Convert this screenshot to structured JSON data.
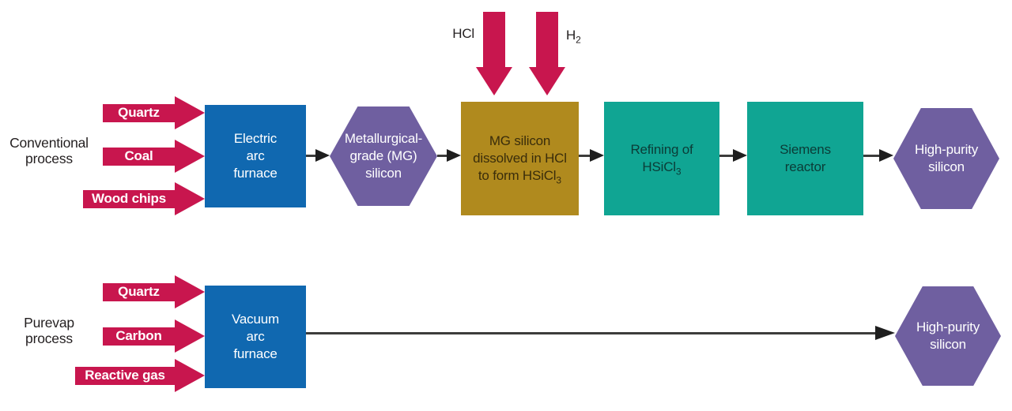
{
  "colors": {
    "red": "#C8164E",
    "blue": "#1068B0",
    "purple": "#6F5FA0",
    "gold": "#B08A1E",
    "teal": "#10A593",
    "ink": "#231F20",
    "gold-ink": "#3A2D0B",
    "teal-ink": "#0B3C37",
    "line": "#3C3C3B"
  },
  "conventional": {
    "label_lines": [
      "Conventional",
      "process"
    ],
    "inputs": [
      "Quartz",
      "Coal",
      "Wood chips"
    ],
    "furnace_lines": [
      "Electric",
      "arc",
      "furnace"
    ],
    "mg_hex_lines": [
      "Metallurgical-",
      "grade (MG)",
      "silicon"
    ],
    "hcl_label": "HCl",
    "h2_label_base": "H",
    "h2_label_sub": "2",
    "dissolve_lines": [
      "MG silicon",
      "dissolved in HCl"
    ],
    "dissolve_line3_base": "to form HSiCl",
    "dissolve_line3_sub": "3",
    "refining_line1": "Refining of",
    "refining_line2_base": "HSiCl",
    "refining_line2_sub": "3",
    "siemens_lines": [
      "Siemens",
      "reactor"
    ],
    "output_lines": [
      "High-purity",
      "silicon"
    ]
  },
  "purevap": {
    "label_lines": [
      "Purevap",
      "process"
    ],
    "inputs": [
      "Quartz",
      "Carbon",
      "Reactive gas"
    ],
    "furnace_lines": [
      "Vacuum",
      "arc",
      "furnace"
    ],
    "output_lines": [
      "High-purity",
      "silicon"
    ]
  }
}
